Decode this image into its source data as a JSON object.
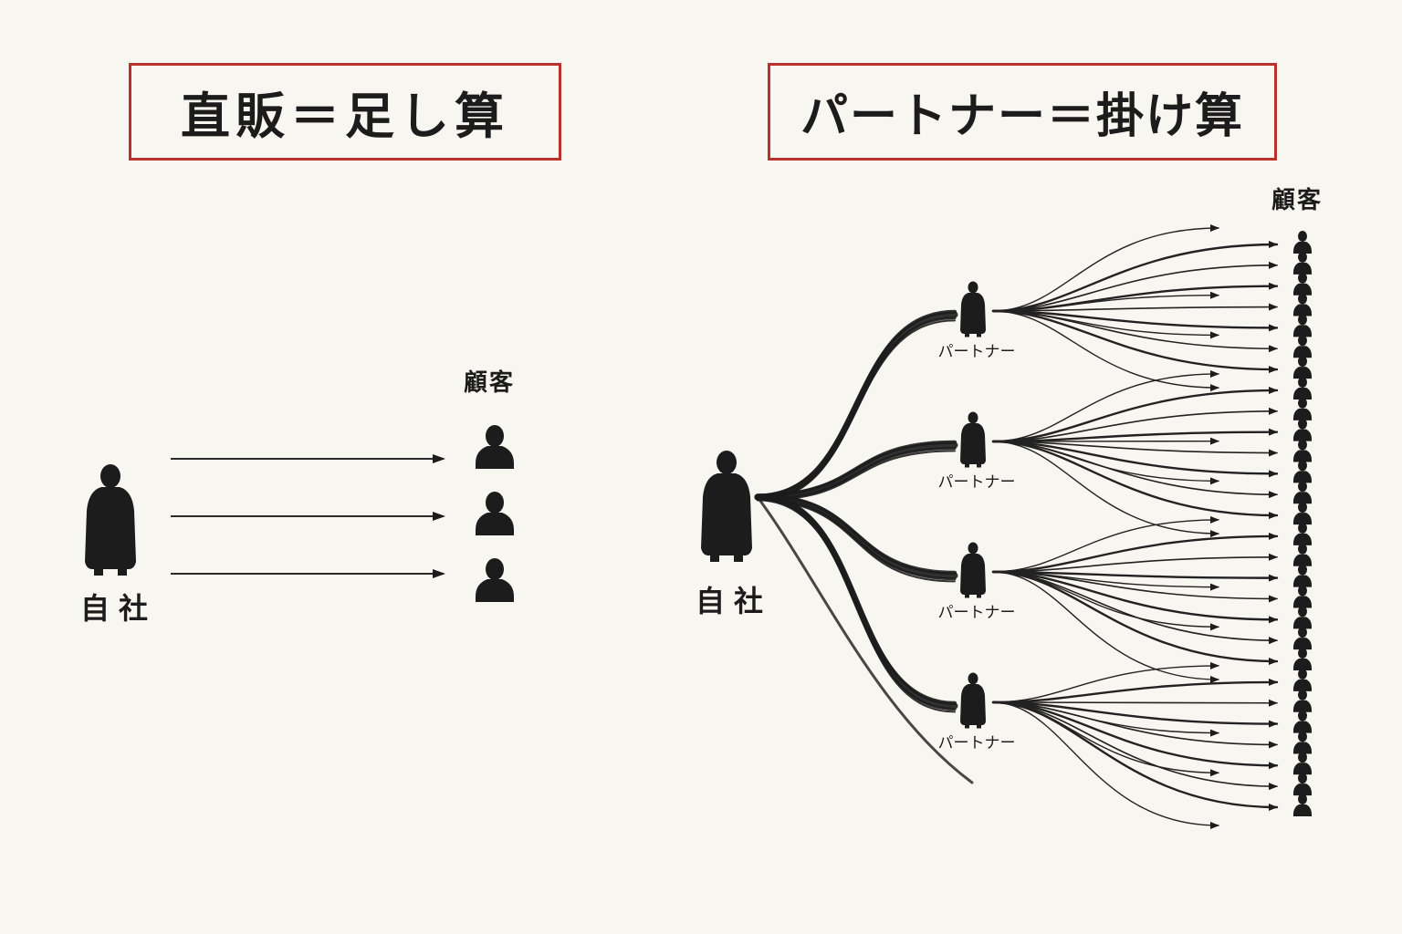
{
  "titles": {
    "direct": "直販＝足し算",
    "partner": "パートナー＝掛け算"
  },
  "left_diagram": {
    "company_label": "自社",
    "customer_label": "顧客",
    "customer_count": 3
  },
  "right_diagram": {
    "company_label": "自社",
    "customer_label": "顧客",
    "partner_label": "パートナー",
    "partner_count": 4,
    "customer_count": 28
  },
  "colors": {
    "ink": "#1c1c1c",
    "frame": "#b8322b",
    "paper": "#f8f6f0"
  }
}
